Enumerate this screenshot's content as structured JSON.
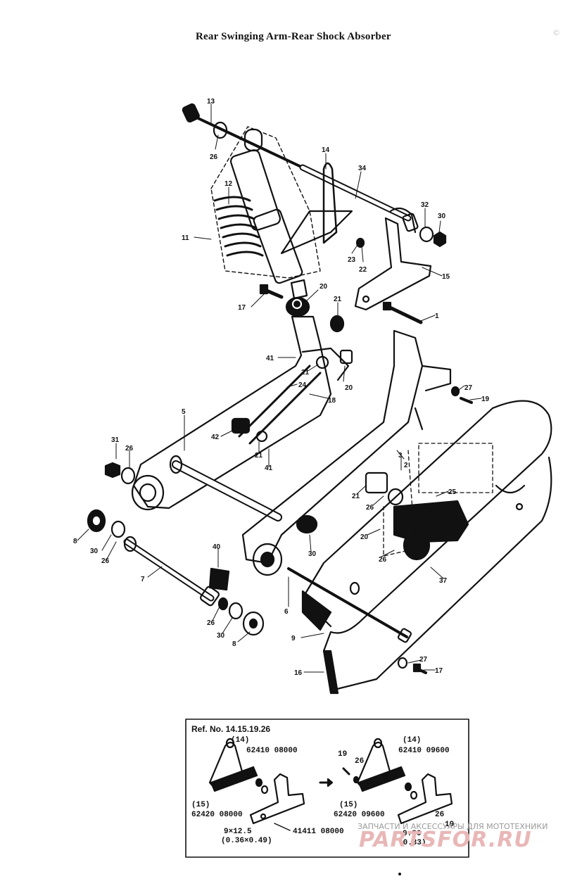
{
  "title": "Rear Swinging Arm-Rear Shock Absorber",
  "watermark_top": "©",
  "watermark_line": "ЗАПЧАСТИ И АКСЕССУАРЫ ДЛЯ МОТОТЕХНИКИ",
  "watermark_logo": "PARTSFOR.RU",
  "callouts": [
    "13",
    "26",
    "14",
    "34",
    "12",
    "11",
    "32",
    "30",
    "15",
    "23",
    "22",
    "21",
    "20",
    "17",
    "1",
    "41",
    "21",
    "20",
    "24",
    "18",
    "2",
    "27",
    "19",
    "5",
    "42",
    "21",
    "41",
    "31",
    "26",
    "3",
    "21",
    "26",
    "25",
    "8",
    "30",
    "26",
    "40",
    "7",
    "30",
    "20",
    "26",
    "37",
    "6",
    "9",
    "26",
    "30",
    "8",
    "27",
    "17",
    "16"
  ],
  "inset": {
    "title": "Ref. No. 14.15.19.26",
    "left_part14_ref": "(14)",
    "left_part14_no": "62410 08000",
    "left_part15_ref": "(15)",
    "left_part15_no": "62420 08000",
    "left_bolt_no": "41411 08000",
    "left_dim1": "9×12.5",
    "left_dim2": "(0.36×0.49)",
    "right_part14_ref": "(14)",
    "right_part14_no": "62410 09600",
    "right_part15_ref": "(15)",
    "right_part15_no": "62420 09600",
    "right_19": "19",
    "right_26a": "26",
    "right_26b": "26",
    "right_19b": "19",
    "right_dim1": "0.36",
    "right_dim2": "(0.33)"
  }
}
